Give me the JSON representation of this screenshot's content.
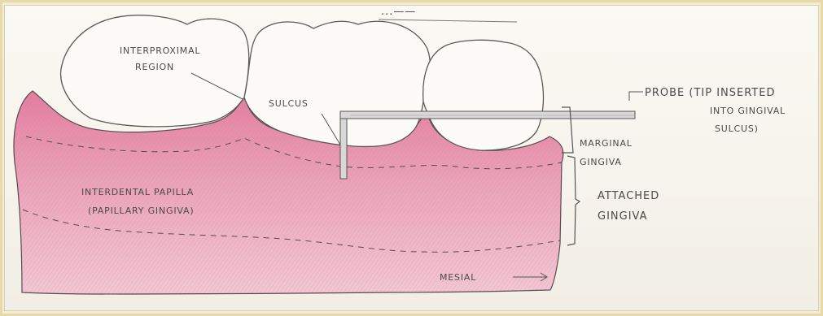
{
  "header_scribble": "...——",
  "labels": {
    "interproximal_1": "INTERPROXIMAL",
    "interproximal_2": "REGION",
    "sulcus": "SULCUS",
    "probe_1": "PROBE (TIP INSERTED",
    "probe_2": "INTO GINGIVAL",
    "probe_3": "SULCUS)",
    "marginal_1": "MARGINAL",
    "marginal_2": "GINGIVA",
    "attached_1": "ATTACHED",
    "attached_2": "GINGIVA",
    "papilla_1": "INTERDENTAL PAPILLA",
    "papilla_2": "(PAPILLARY GINGIVA)",
    "mesial": "MESIAL"
  },
  "colors": {
    "gingiva": "#e39ab0",
    "gingiva_light": "#f0c3cf",
    "pencil": "#4a4a4a",
    "probe": "#d9d9d9"
  }
}
